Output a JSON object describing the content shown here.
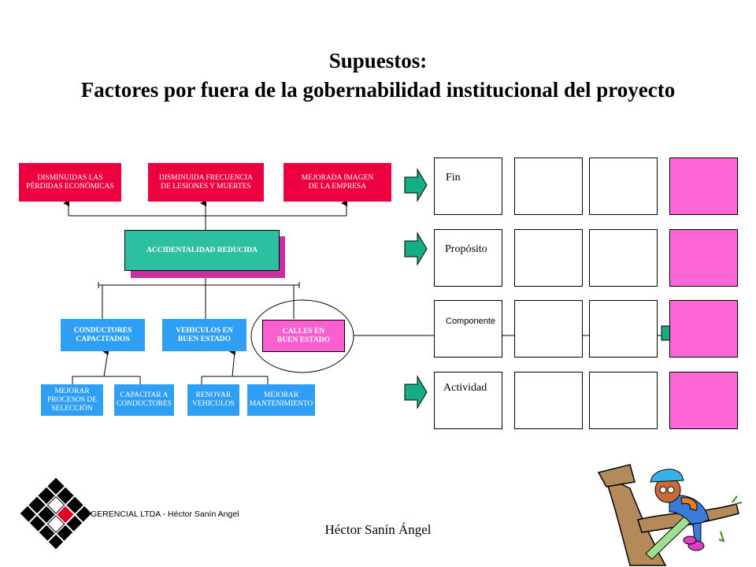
{
  "title": {
    "line1": "Supuestos:",
    "line2": "Factores por fuera de la gobernabilidad institucional del proyecto"
  },
  "outcomes": [
    "DISMINUIDAS LAS\nPÉRDIDAS ECONÓMICAS",
    "DISMINUIDA FRECUENCIA\nDE LESIONES Y MUERTES",
    "MEJORADA IMAGEN\nDE LA EMPRESA"
  ],
  "purpose": "ACCIDENTALIDAD REDUCIDA",
  "components": [
    "CONDUCTORES\nCAPACITADOS",
    "VEHICULOS EN\nBUEN ESTADO",
    "CALLES EN\nBUEN ESTADO"
  ],
  "activities": [
    "MEJORAR\nPROCESOS DE\nSELECCIÓN",
    "CAPACITAR  A\nCONDUCTORES",
    "RENOVAR\nVEHICULOS",
    "MEJORAR\nMANTENIMIENTO"
  ],
  "matrix_rows": [
    "Fin",
    "Propósito",
    "Componente",
    "Actividad"
  ],
  "footer": {
    "company": "GERENCIAL LTDA  -  Héctor Sanín Angel",
    "author": "Héctor Sanín Ángel"
  },
  "colors": {
    "outcome": "#ec0040",
    "purpose": "#f95fd0",
    "component": "#2f9ff5",
    "highlight_column": "#fe66d6",
    "arrow": "#16ad84"
  }
}
